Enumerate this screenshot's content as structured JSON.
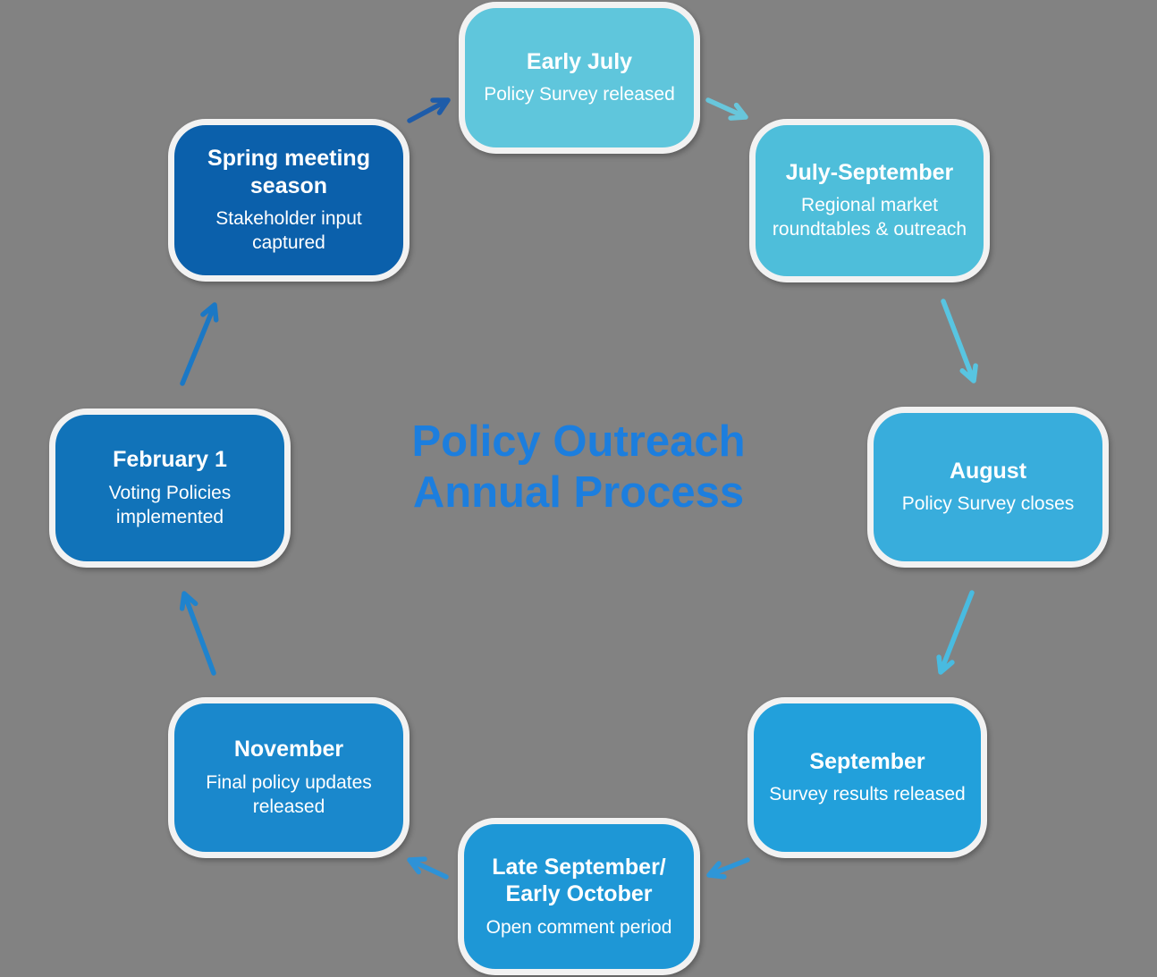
{
  "background_color": "#828282",
  "title": {
    "line1": "Policy Outreach",
    "line2": "Annual Process",
    "color": "#1C7EDE"
  },
  "nodes": [
    {
      "heading": "Early July",
      "body": "Policy Survey released",
      "color": "#5FC6DC"
    },
    {
      "heading": "July-September",
      "body": "Regional market roundtables & outreach",
      "color": "#4EBEDA"
    },
    {
      "heading": "August",
      "body": "Policy Survey closes",
      "color": "#38ADDC"
    },
    {
      "heading": "September",
      "body": "Survey results released",
      "color": "#22A0DB"
    },
    {
      "heading": "Late September/ Early October",
      "body": "Open comment period",
      "color": "#1E97D6"
    },
    {
      "heading": "November",
      "body": "Final policy updates released",
      "color": "#1A88CC"
    },
    {
      "heading": "February 1",
      "body": "Voting Policies implemented",
      "color": "#1173B9"
    },
    {
      "heading": "Spring meeting season",
      "body": "Stakeholder input captured",
      "color": "#0B60AB"
    }
  ],
  "arrows": [
    {
      "from": "spring-meeting-season",
      "to": "early-july",
      "color": "#1E5CA9"
    },
    {
      "from": "early-july",
      "to": "july-september",
      "color": "#68C6DB"
    },
    {
      "from": "july-september",
      "to": "august",
      "color": "#58C5E1"
    },
    {
      "from": "august",
      "to": "september",
      "color": "#49BBE0"
    },
    {
      "from": "september",
      "to": "late-september-early-october",
      "color": "#2E96D8"
    },
    {
      "from": "late-september-early-october",
      "to": "november",
      "color": "#2E92D7"
    },
    {
      "from": "november",
      "to": "february-1",
      "color": "#1F83CD"
    },
    {
      "from": "february-1",
      "to": "spring-meeting-season",
      "color": "#1B78C5"
    }
  ]
}
